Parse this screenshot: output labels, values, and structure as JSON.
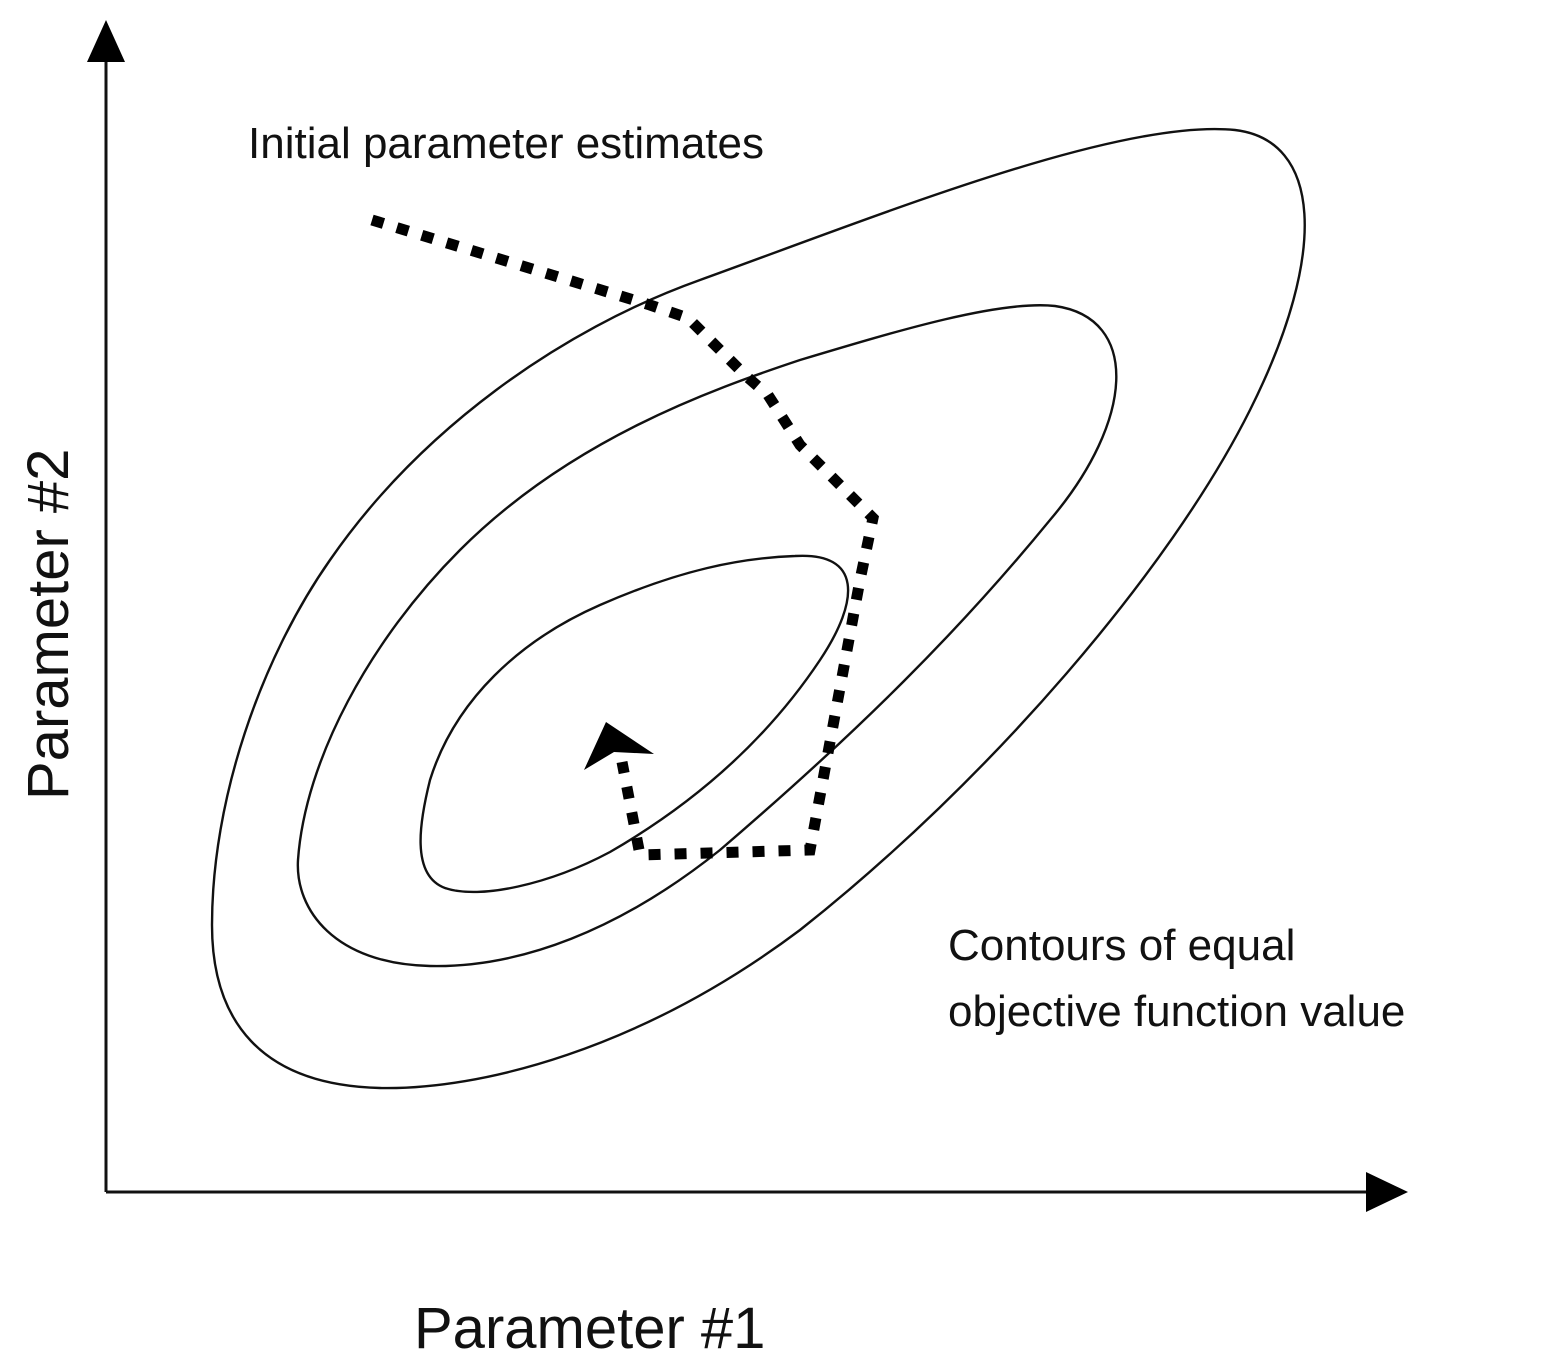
{
  "labels": {
    "initial_estimates": "Initial parameter estimates",
    "contours_line1": "Contours of equal",
    "contours_line2": "objective function value",
    "x_axis_title": "Parameter #1",
    "y_axis_title": "Parameter #2"
  },
  "contours": [
    {
      "name": "outer-contour",
      "level": "outer"
    },
    {
      "name": "middle-contour",
      "level": "middle"
    },
    {
      "name": "inner-contour",
      "level": "inner"
    }
  ],
  "search_path": {
    "style": "dotted",
    "ends_with_arrow": true
  },
  "colors": {
    "ink": "#111111",
    "background": "#ffffff"
  }
}
